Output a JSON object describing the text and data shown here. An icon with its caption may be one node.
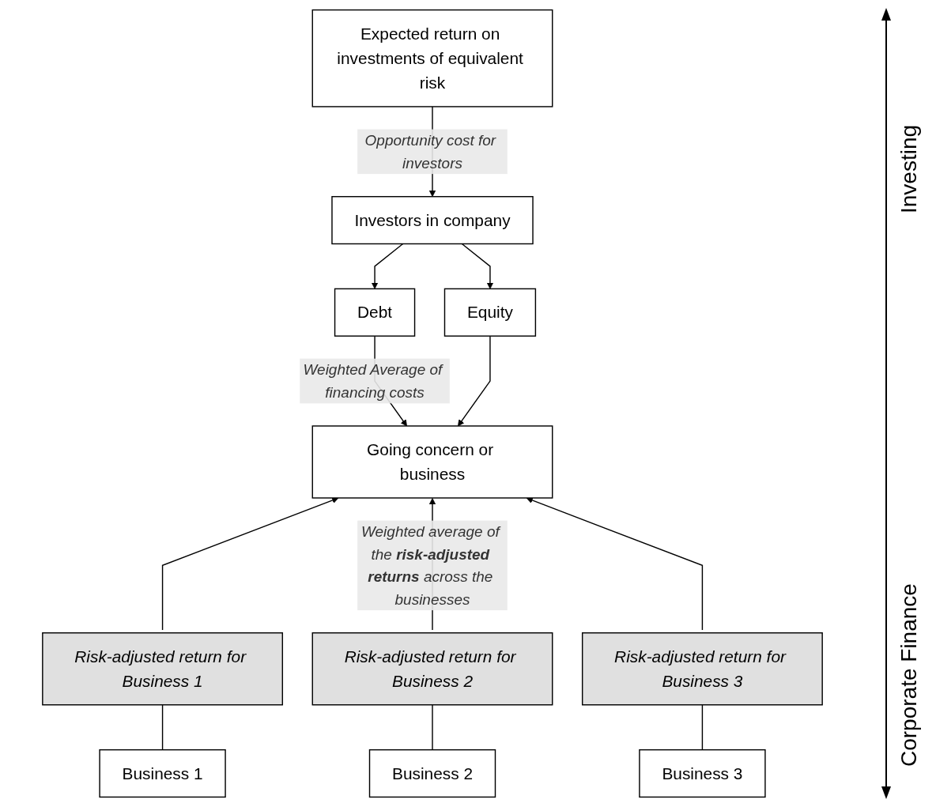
{
  "diagram": {
    "nodes": [
      {
        "text": [
          "Expected return on investments of equivalent risk"
        ]
      },
      {
        "text": [
          "Investors in company"
        ]
      },
      {
        "text": [
          "Debt"
        ]
      },
      {
        "text": [
          "Equity"
        ]
      },
      {
        "text": [
          "Going concern or business"
        ]
      },
      {
        "text": [
          "Risk-adjusted return for Business 1"
        ]
      },
      {
        "text": [
          "Risk-adjusted return for Business 2"
        ]
      },
      {
        "text": [
          "Risk-adjusted return for Business 3"
        ]
      },
      {
        "text": [
          "Business 1"
        ]
      },
      {
        "text": [
          "Business 2"
        ]
      },
      {
        "text": [
          "Business 3"
        ]
      }
    ],
    "edges": [
      {
        "from": 0,
        "to": 1,
        "arrow": "to",
        "label": "Opportunity cost for investors"
      },
      {
        "from": 1,
        "to": 2,
        "arrow": "to"
      },
      {
        "from": 1,
        "to": 3,
        "arrow": "to"
      },
      {
        "from": 2,
        "to": 4,
        "arrow": "to",
        "label": "Weighted Average of financing costs"
      },
      {
        "from": 3,
        "to": 4,
        "arrow": "to"
      },
      {
        "from": 5,
        "to": 4,
        "arrow": "to"
      },
      {
        "from": 6,
        "to": 4,
        "arrow": "to",
        "label": "Weighted average of the **risk-adjusted returns** across the businesses"
      },
      {
        "from": 7,
        "to": 4,
        "arrow": "to"
      },
      {
        "from": 8,
        "to": 5,
        "arrow": "none"
      },
      {
        "from": 9,
        "to": 6,
        "arrow": "none"
      },
      {
        "from": 10,
        "to": 7,
        "arrow": "none"
      }
    ],
    "labels": [
      "Investing",
      "Corporate Finance"
    ]
  }
}
